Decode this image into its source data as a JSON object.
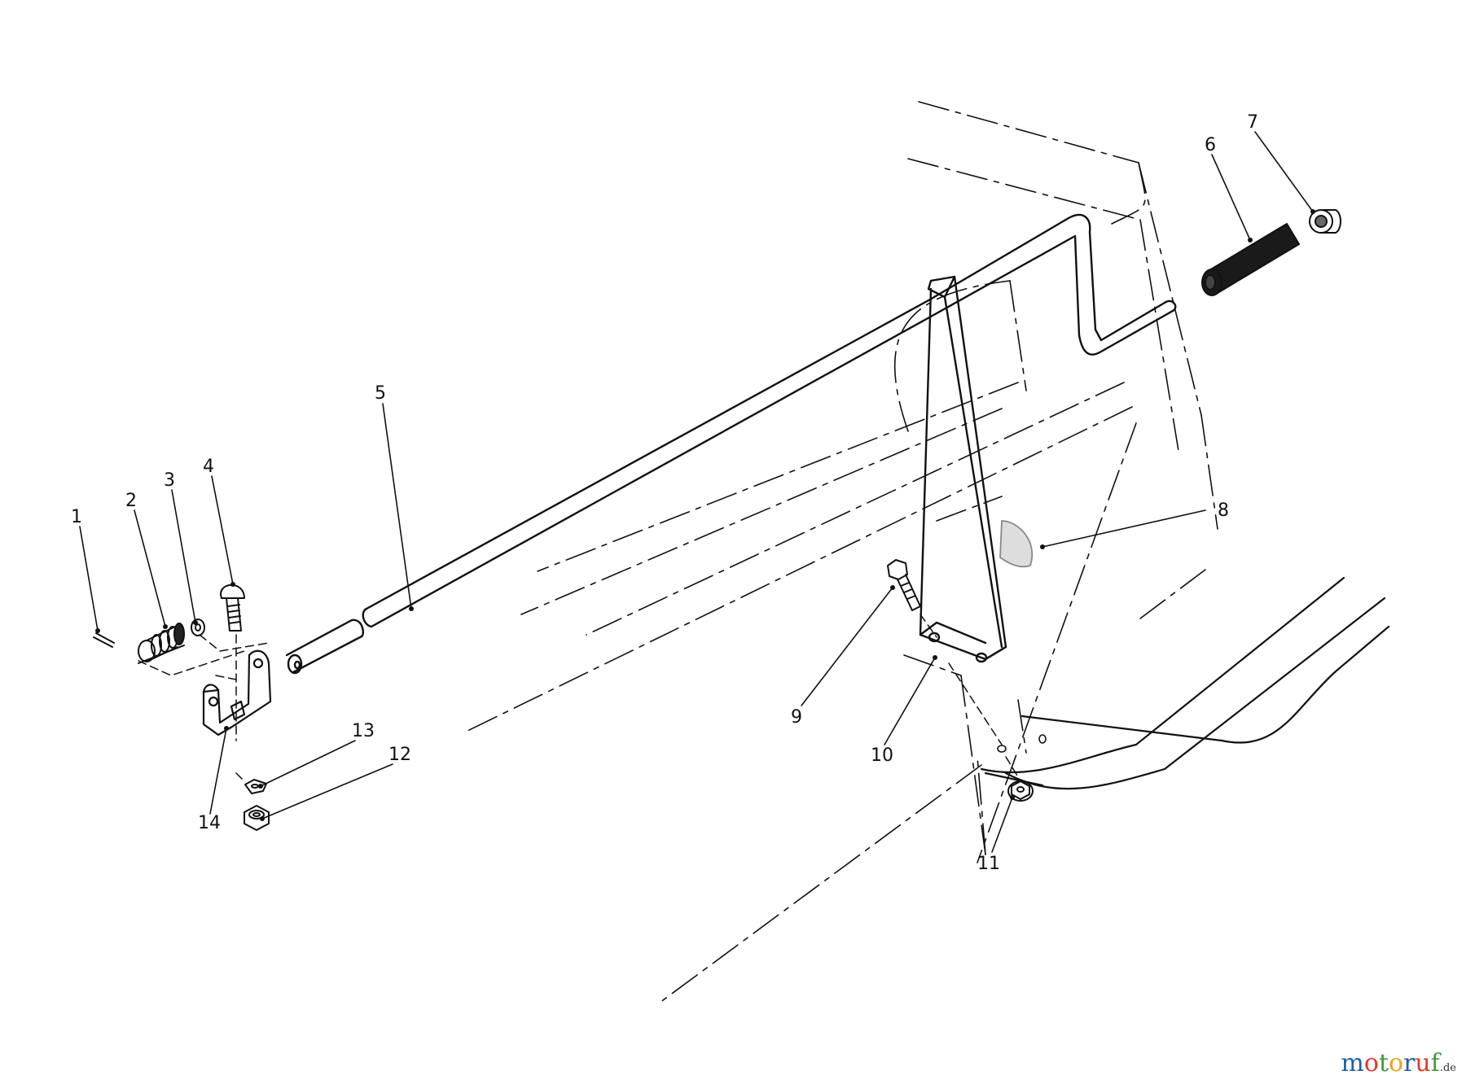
{
  "diagram": {
    "callouts": [
      {
        "id": "1",
        "label": "1"
      },
      {
        "id": "2",
        "label": "2"
      },
      {
        "id": "3",
        "label": "3"
      },
      {
        "id": "4",
        "label": "4"
      },
      {
        "id": "5",
        "label": "5"
      },
      {
        "id": "6",
        "label": "6"
      },
      {
        "id": "7",
        "label": "7"
      },
      {
        "id": "8",
        "label": "8"
      },
      {
        "id": "9",
        "label": "9"
      },
      {
        "id": "10",
        "label": "10"
      },
      {
        "id": "11",
        "label": "11"
      },
      {
        "id": "12",
        "label": "12"
      },
      {
        "id": "13",
        "label": "13"
      },
      {
        "id": "14",
        "label": "14"
      }
    ]
  },
  "watermark": {
    "letters": [
      "m",
      "o",
      "t",
      "o",
      "r",
      "u",
      "f"
    ],
    "letter_colors": [
      "#1f5fa8",
      "#e03a2f",
      "#3d9a3a",
      "#f0a020",
      "#1f5fa8",
      "#e03a2f",
      "#3d9a3a"
    ],
    "tld": ".de"
  }
}
